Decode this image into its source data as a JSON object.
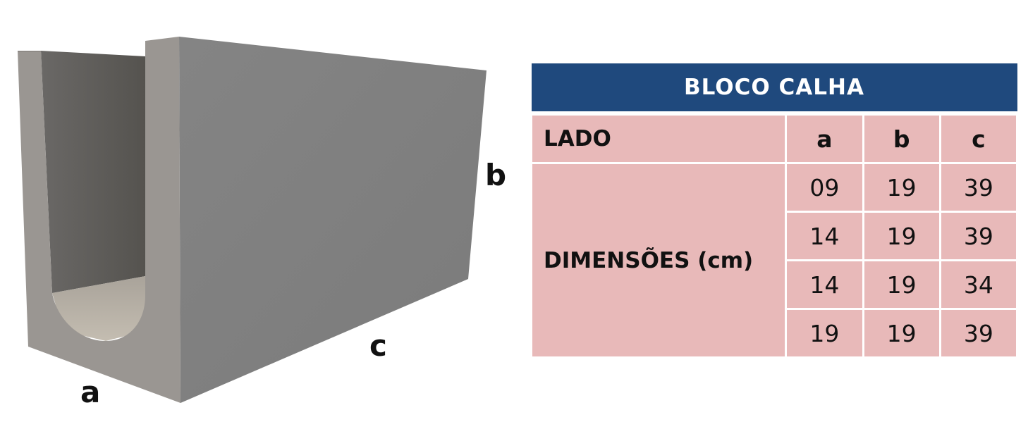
{
  "diagram": {
    "labels": {
      "a": "a",
      "b": "b",
      "c": "c"
    },
    "colors": {
      "front_face": "#9b9894",
      "side_face": "#7f7f7f",
      "inner_wall": "#5f5d5b",
      "channel_floor": "#b4ada2"
    }
  },
  "table": {
    "title": "BLOCO  CALHA",
    "header_color": "#1f497d",
    "cell_color": "#e8b9b9",
    "header_row": {
      "label": "LADO",
      "columns": [
        "a",
        "b",
        "c"
      ]
    },
    "row_label": "DIMENSÕES (cm)",
    "rows": [
      [
        "09",
        "19",
        "39"
      ],
      [
        "14",
        "19",
        "39"
      ],
      [
        "14",
        "19",
        "34"
      ],
      [
        "19",
        "19",
        "39"
      ]
    ]
  }
}
